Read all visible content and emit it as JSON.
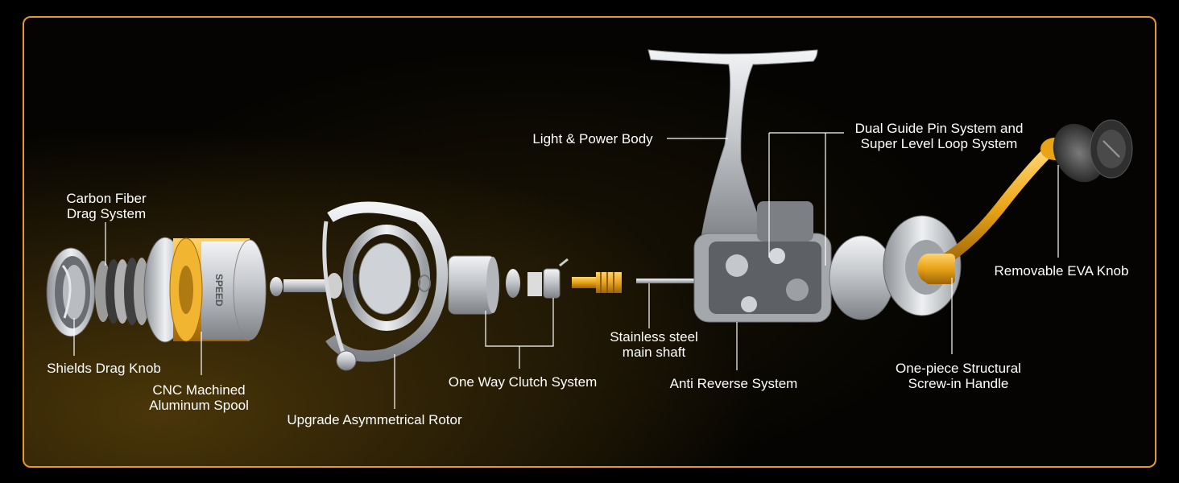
{
  "colors": {
    "frame_border": "#e39a2a",
    "label_text": "#ffffff",
    "leader_line": "#ffffff",
    "gold": "#e8a317",
    "silver": "#cfd2d6"
  },
  "labels": {
    "carbon_fiber": [
      "Carbon Fiber",
      "Drag System"
    ],
    "shields_drag_knob": "Shields Drag Knob",
    "cnc_spool": [
      "CNC Machined",
      "Aluminum Spool"
    ],
    "rotor": "Upgrade Asymmetrical Rotor",
    "clutch": "One Way Clutch System",
    "main_shaft": [
      "Stainless steel",
      "main shaft"
    ],
    "anti_reverse": "Anti Reverse System",
    "body": "Light & Power Body",
    "guide_pin": [
      "Dual Guide Pin System and",
      "Super Level Loop System"
    ],
    "eva_knob": "Removable EVA Knob",
    "handle": [
      "One-piece Structural",
      "Screw-in Handle"
    ]
  },
  "spool_brand": "SPEED"
}
